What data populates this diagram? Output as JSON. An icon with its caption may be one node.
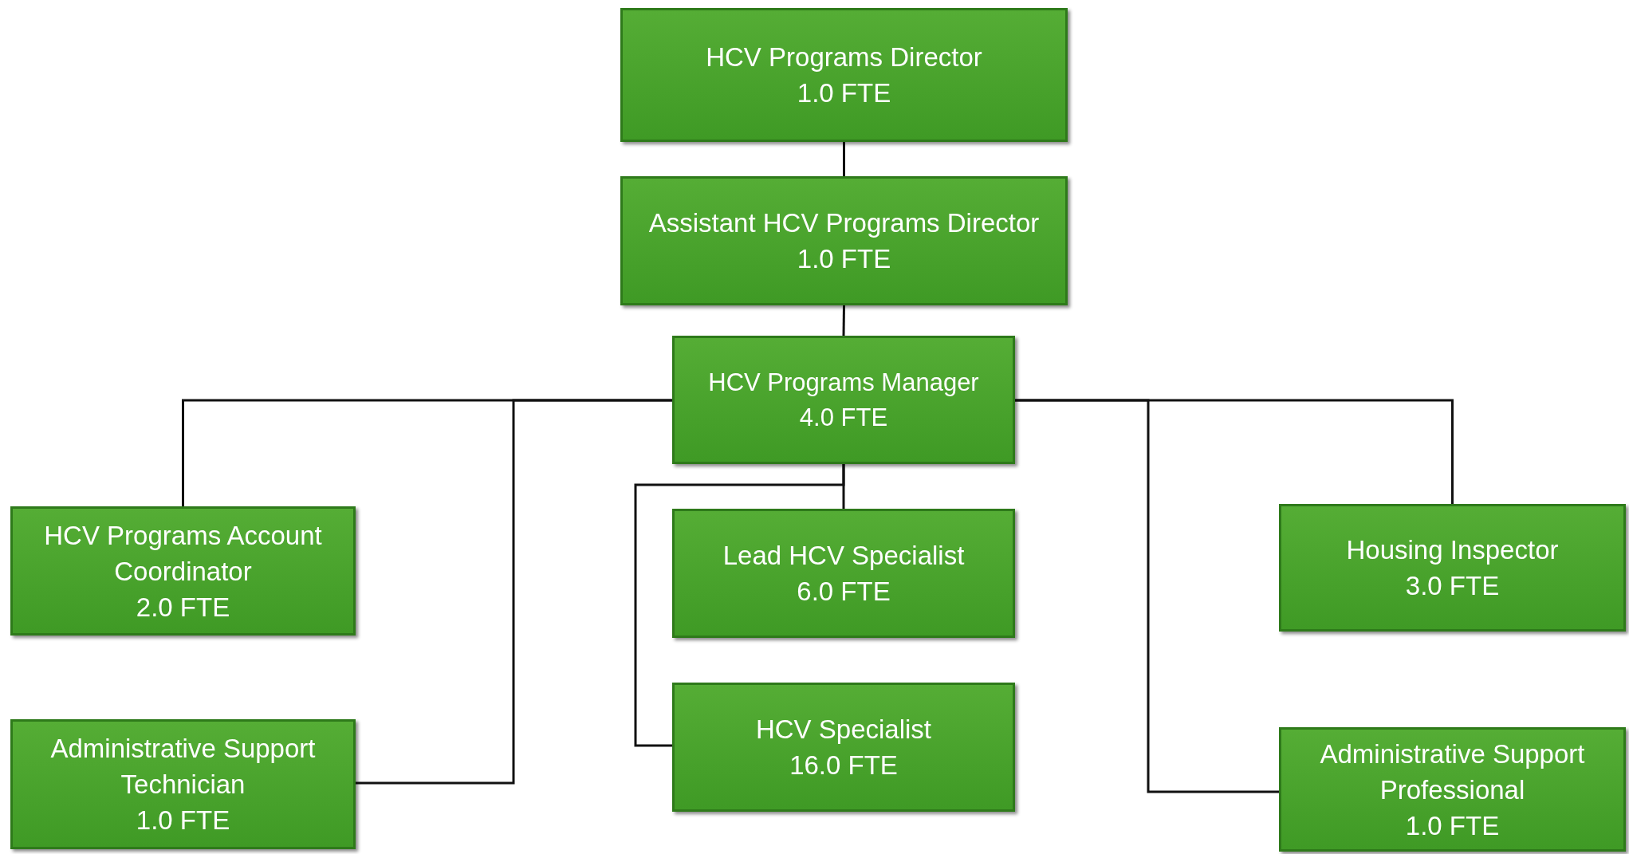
{
  "diagram": {
    "nodes": [
      {
        "text": [
          "HCV Programs Director",
          "1.0 FTE"
        ]
      },
      {
        "text": [
          "Assistant HCV Programs Director",
          "1.0 FTE"
        ]
      },
      {
        "text": [
          "HCV Programs Manager",
          "4.0 FTE"
        ]
      },
      {
        "text": [
          "HCV Programs Account Coordinator",
          "2.0 FTE"
        ]
      },
      {
        "text": [
          "Administrative Support Technician",
          "1.0 FTE"
        ]
      },
      {
        "text": [
          "Lead HCV Specialist",
          "6.0 FTE"
        ]
      },
      {
        "text": [
          "HCV Specialist",
          "16.0 FTE"
        ]
      },
      {
        "text": [
          "Housing Inspector",
          "3.0 FTE"
        ]
      },
      {
        "text": [
          "Administrative Support Professional",
          "1.0 FTE"
        ]
      }
    ],
    "edges": [
      {
        "from": 0,
        "to": 1,
        "arrow": "none"
      },
      {
        "from": 1,
        "to": 2,
        "arrow": "none"
      },
      {
        "from": 2,
        "to": 3,
        "arrow": "none"
      },
      {
        "from": 2,
        "to": 4,
        "arrow": "none"
      },
      {
        "from": 2,
        "to": 5,
        "arrow": "none"
      },
      {
        "from": 2,
        "to": 6,
        "arrow": "none"
      },
      {
        "from": 2,
        "to": 7,
        "arrow": "none"
      },
      {
        "from": 2,
        "to": 8,
        "arrow": "none"
      }
    ]
  }
}
